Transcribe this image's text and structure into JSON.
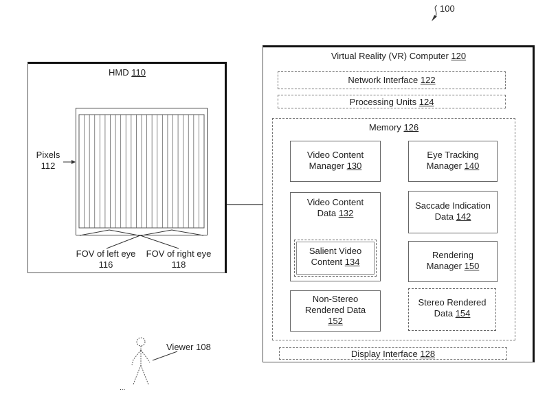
{
  "figure_ref": "100",
  "hmd": {
    "title": "HMD",
    "ref": "110",
    "pixels_label": "Pixels",
    "pixels_ref": "112",
    "fov_left_label": "FOV of left eye",
    "fov_left_ref": "116",
    "fov_right_label": "FOV of right eye",
    "fov_right_ref": "118"
  },
  "viewer": {
    "label": "Viewer 108"
  },
  "vr": {
    "title": "Virtual Reality (VR) Computer",
    "ref": "120",
    "network": {
      "label": "Network Interface",
      "ref": "122"
    },
    "processing": {
      "label": "Processing Units",
      "ref": "124"
    },
    "memory": {
      "label": "Memory",
      "ref": "126"
    },
    "display": {
      "label": "Display Interface",
      "ref": "128"
    },
    "video_content_manager": {
      "line1": "Video Content",
      "line2": "Manager",
      "ref": "130"
    },
    "eye_tracking_manager": {
      "line1": "Eye Tracking",
      "line2": "Manager",
      "ref": "140"
    },
    "video_content_data": {
      "line1": "Video Content",
      "line2": "Data",
      "ref": "132"
    },
    "salient": {
      "line1": "Salient Video",
      "line2": "Content",
      "ref": "134"
    },
    "saccade": {
      "line1": "Saccade Indication",
      "line2": "Data",
      "ref": "142"
    },
    "rendering_manager": {
      "line1": "Rendering",
      "line2": "Manager",
      "ref": "150"
    },
    "non_stereo": {
      "line1": "Non-Stereo",
      "line2": "Rendered Data",
      "ref": "152"
    },
    "stereo": {
      "line1": "Stereo Rendered",
      "line2": "Data",
      "ref": "154"
    }
  }
}
